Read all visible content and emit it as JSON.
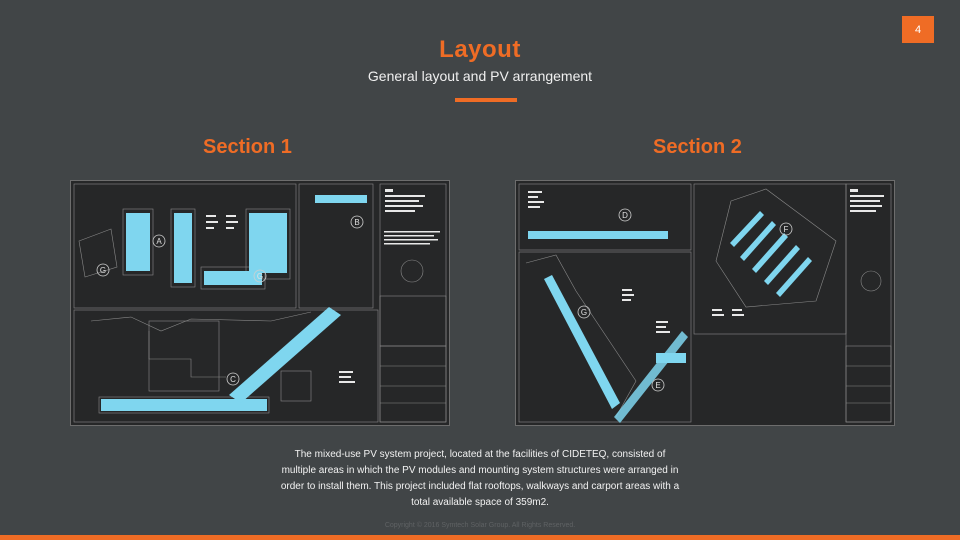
{
  "slide": {
    "page_number": "4",
    "title": "Layout",
    "subtitle": "General layout and PV arrangement",
    "accent_color": "#ef6c25",
    "background_color": "#414547"
  },
  "sections": [
    {
      "heading": "Section 1",
      "area_labels": [
        "A",
        "B",
        "C",
        "G",
        "G"
      ]
    },
    {
      "heading": "Section 2",
      "area_labels": [
        "D",
        "F",
        "G",
        "E"
      ]
    }
  ],
  "description": "The mixed-use PV system project, located at the facilities of CIDETEQ, consisted of multiple areas in which the PV modules and mounting system structures were arranged in order to install them. This project included flat rooftops, walkways and carport areas with a total available space of 359m2.",
  "footer": {
    "copyright": "Copyright © 2016 Symtech Solar Group. All Rights Reserved."
  }
}
